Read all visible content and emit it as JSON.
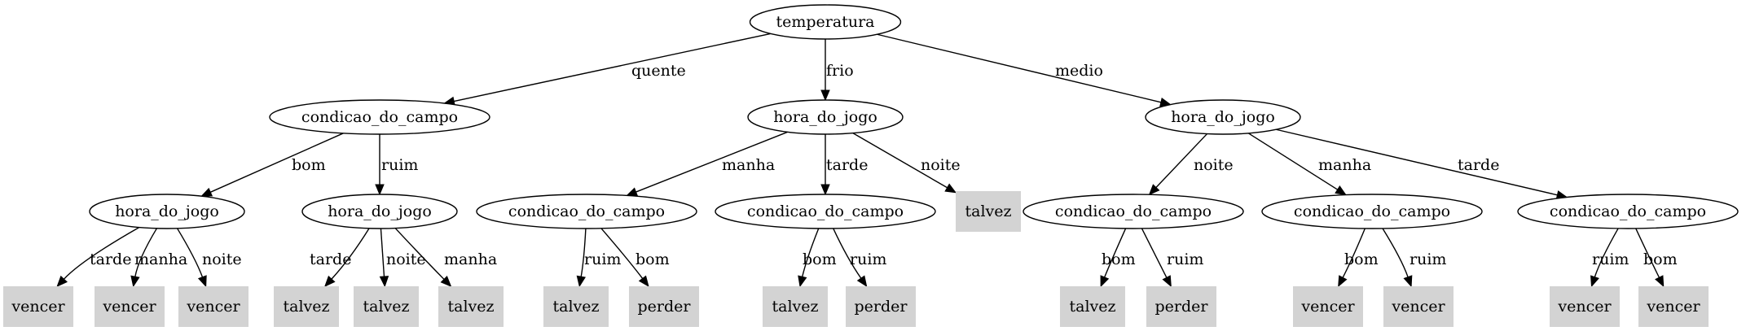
{
  "diagram": {
    "type": "decision-tree",
    "nodes": [
      {
        "id": "root",
        "label": "temperatura",
        "shape": "ellipse"
      },
      {
        "id": "n_quente",
        "label": "condicao_do_campo",
        "shape": "ellipse"
      },
      {
        "id": "n_frio",
        "label": "hora_do_jogo",
        "shape": "ellipse"
      },
      {
        "id": "n_medio",
        "label": "hora_do_jogo",
        "shape": "ellipse"
      },
      {
        "id": "q_bom",
        "label": "hora_do_jogo",
        "shape": "ellipse"
      },
      {
        "id": "q_ruim",
        "label": "hora_do_jogo",
        "shape": "ellipse"
      },
      {
        "id": "f_manha",
        "label": "condicao_do_campo",
        "shape": "ellipse"
      },
      {
        "id": "f_tarde",
        "label": "condicao_do_campo",
        "shape": "ellipse"
      },
      {
        "id": "f_noite",
        "label": "talvez",
        "shape": "box"
      },
      {
        "id": "m_noite",
        "label": "condicao_do_campo",
        "shape": "ellipse"
      },
      {
        "id": "m_manha",
        "label": "condicao_do_campo",
        "shape": "ellipse"
      },
      {
        "id": "m_tarde",
        "label": "condicao_do_campo",
        "shape": "ellipse"
      },
      {
        "id": "l1",
        "label": "vencer",
        "shape": "box"
      },
      {
        "id": "l2",
        "label": "vencer",
        "shape": "box"
      },
      {
        "id": "l3",
        "label": "vencer",
        "shape": "box"
      },
      {
        "id": "l4",
        "label": "talvez",
        "shape": "box"
      },
      {
        "id": "l5",
        "label": "talvez",
        "shape": "box"
      },
      {
        "id": "l6",
        "label": "talvez",
        "shape": "box"
      },
      {
        "id": "l7",
        "label": "talvez",
        "shape": "box"
      },
      {
        "id": "l8",
        "label": "perder",
        "shape": "box"
      },
      {
        "id": "l9",
        "label": "talvez",
        "shape": "box"
      },
      {
        "id": "l10",
        "label": "perder",
        "shape": "box"
      },
      {
        "id": "l11",
        "label": "talvez",
        "shape": "box"
      },
      {
        "id": "l12",
        "label": "perder",
        "shape": "box"
      },
      {
        "id": "l13",
        "label": "vencer",
        "shape": "box"
      },
      {
        "id": "l14",
        "label": "vencer",
        "shape": "box"
      },
      {
        "id": "l15",
        "label": "vencer",
        "shape": "box"
      },
      {
        "id": "l16",
        "label": "vencer",
        "shape": "box"
      }
    ],
    "edges": [
      {
        "from": "root",
        "to": "n_quente",
        "label": "quente"
      },
      {
        "from": "root",
        "to": "n_frio",
        "label": "frio"
      },
      {
        "from": "root",
        "to": "n_medio",
        "label": "medio"
      },
      {
        "from": "n_quente",
        "to": "q_bom",
        "label": "bom"
      },
      {
        "from": "n_quente",
        "to": "q_ruim",
        "label": "ruim"
      },
      {
        "from": "n_frio",
        "to": "f_manha",
        "label": "manha"
      },
      {
        "from": "n_frio",
        "to": "f_tarde",
        "label": "tarde"
      },
      {
        "from": "n_frio",
        "to": "f_noite",
        "label": "noite"
      },
      {
        "from": "n_medio",
        "to": "m_noite",
        "label": "noite"
      },
      {
        "from": "n_medio",
        "to": "m_manha",
        "label": "manha"
      },
      {
        "from": "n_medio",
        "to": "m_tarde",
        "label": "tarde"
      },
      {
        "from": "q_bom",
        "to": "l1",
        "label": "tarde"
      },
      {
        "from": "q_bom",
        "to": "l2",
        "label": "manha"
      },
      {
        "from": "q_bom",
        "to": "l3",
        "label": "noite"
      },
      {
        "from": "q_ruim",
        "to": "l4",
        "label": "tarde"
      },
      {
        "from": "q_ruim",
        "to": "l5",
        "label": "noite"
      },
      {
        "from": "q_ruim",
        "to": "l6",
        "label": "manha"
      },
      {
        "from": "f_manha",
        "to": "l7",
        "label": "ruim"
      },
      {
        "from": "f_manha",
        "to": "l8",
        "label": "bom"
      },
      {
        "from": "f_tarde",
        "to": "l9",
        "label": "bom"
      },
      {
        "from": "f_tarde",
        "to": "l10",
        "label": "ruim"
      },
      {
        "from": "m_noite",
        "to": "l11",
        "label": "bom"
      },
      {
        "from": "m_noite",
        "to": "l12",
        "label": "ruim"
      },
      {
        "from": "m_manha",
        "to": "l13",
        "label": "bom"
      },
      {
        "from": "m_manha",
        "to": "l14",
        "label": "ruim"
      },
      {
        "from": "m_tarde",
        "to": "l15",
        "label": "ruim"
      },
      {
        "from": "m_tarde",
        "to": "l16",
        "label": "bom"
      }
    ],
    "colors": {
      "ellipse_fill": "#ffffff",
      "ellipse_stroke": "#000000",
      "leaf_fill": "#d3d3d3",
      "edge": "#000000",
      "text": "#000000"
    }
  }
}
